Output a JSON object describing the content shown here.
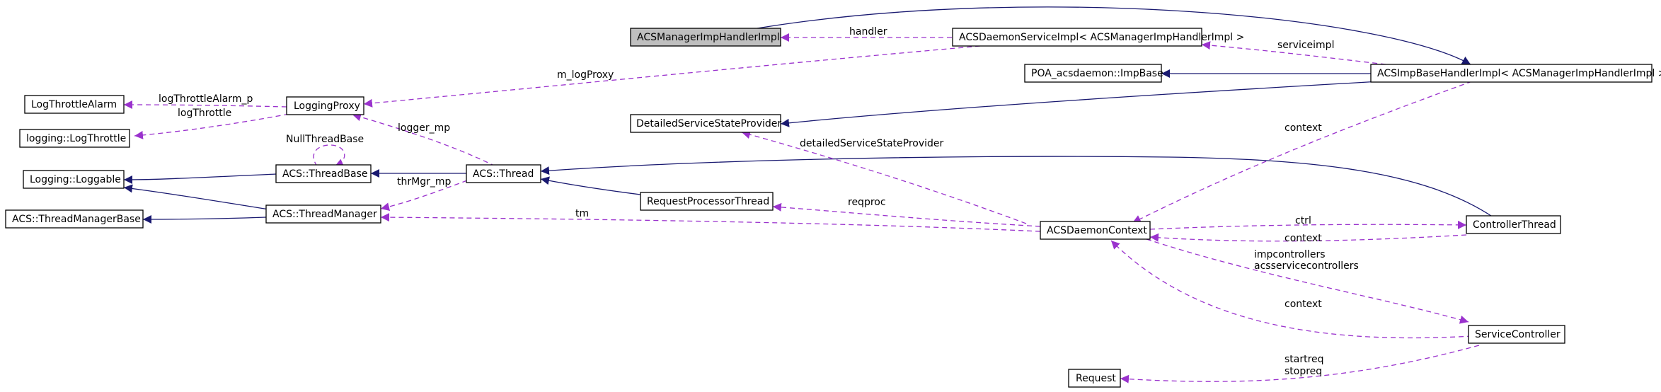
{
  "diagram": {
    "colors": {
      "inheritance": "#191970",
      "usage": "#9a32cd",
      "highlight_fill": "#bfbfbf"
    },
    "nodes": {
      "manager_handler": {
        "label": "ACSManagerImpHandlerImpl"
      },
      "daemon_service": {
        "label": "ACSDaemonServiceImpl< ACSManagerImpHandlerImpl >"
      },
      "poa_impbase": {
        "label": "POA_acsdaemon::ImpBase"
      },
      "impbase_handler": {
        "label": "ACSImpBaseHandlerImpl< ACSManagerImpHandlerImpl >"
      },
      "detailed_provider": {
        "label": "DetailedServiceStateProvider"
      },
      "log_throttle_alarm": {
        "label": "LogThrottleAlarm"
      },
      "logging_log_throttle": {
        "label": "logging::LogThrottle"
      },
      "logging_proxy": {
        "label": "LoggingProxy"
      },
      "loggable": {
        "label": "Logging::Loggable"
      },
      "thread_base": {
        "label": "ACS::ThreadBase"
      },
      "acs_thread": {
        "label": "ACS::Thread"
      },
      "thread_manager_base": {
        "label": "ACS::ThreadManagerBase"
      },
      "thread_manager": {
        "label": "ACS::ThreadManager"
      },
      "request_processor": {
        "label": "RequestProcessorThread"
      },
      "daemon_context": {
        "label": "ACSDaemonContext"
      },
      "controller_thread": {
        "label": "ControllerThread"
      },
      "service_controller": {
        "label": "ServiceController"
      },
      "request": {
        "label": "Request"
      }
    },
    "edge_labels": {
      "handler": "handler",
      "serviceimpl": "serviceimpl",
      "m_logproxy": "m_logProxy",
      "log_throttle_alarm_p": "logThrottleAlarm_p",
      "log_throttle": "logThrottle",
      "null_thread_base": "NullThreadBase",
      "logger_mp": "logger_mp",
      "thr_mgr_mp": "thrMgr_mp",
      "tm": "tm",
      "detailed_state_provider": "detailedServiceStateProvider",
      "reqproc": "reqproc",
      "context_top": "context",
      "ctrl": "ctrl",
      "context_controller": "context",
      "impcontrollers": "impcontrollers",
      "acsservicecontrollers": "acsservicecontrollers",
      "context_service": "context",
      "startreq": "startreq",
      "stopreq": "stopreq"
    }
  }
}
